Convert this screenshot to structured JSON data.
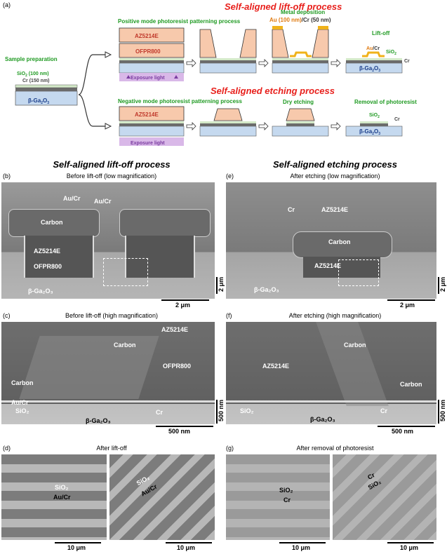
{
  "panel_a": {
    "label": "(a)",
    "lift_off_title": "Self-aligned lift-off process",
    "etching_title": "Self-aligned etching process",
    "positive_mode": "Positive mode photoresist patterning process",
    "negative_mode": "Negative mode photoresist patterning process",
    "metal_deposition": "Metal deposition",
    "metal_au": "Au (100 nm)",
    "metal_cr": "/Cr (50 nm)",
    "lift_off": "Lift-off",
    "dry_etching": "Dry etching",
    "removal": "Removal of photoresist",
    "sample_prep": "Sample preparation",
    "sio2_100": "SiO",
    "sio2_100_sub": "2",
    "sio2_100_tail": " (100 nm)",
    "cr_150": "Cr (150 nm)",
    "ga2o3": "β-Ga",
    "ga2o3_sub1": "2",
    "ga2o3_o": "O",
    "ga2o3_sub2": "3",
    "az": "AZ5214E",
    "ofpr": "OFPR800",
    "exposure": "Exposure light",
    "au": "Au",
    "slash_cr": "/Cr",
    "sio": "SiO",
    "sub2": "2",
    "cr": "Cr"
  },
  "section_titles": {
    "left": "Self-aligned lift-off process",
    "right": "Self-aligned etching process"
  },
  "panel_b": {
    "label": "(b)",
    "title": "Before lift-off (low magnification)",
    "au_cr_1": "Au/Cr",
    "au_cr_2": "Au/Cr",
    "carbon": "Carbon",
    "az": "AZ5214E",
    "ofpr": "OFPR800",
    "ga": "β-Ga₂O₃",
    "scale_v": "2 μm",
    "scale_h": "2 μm"
  },
  "panel_e": {
    "label": "(e)",
    "title": "After etching (low magnification)",
    "cr": "Cr",
    "az_top": "AZ5214E",
    "carbon": "Carbon",
    "az": "AZ5214E",
    "ga": "β-Ga₂O₃",
    "scale_v": "2 μm",
    "scale_h": "2 μm"
  },
  "panel_c": {
    "label": "(c)",
    "title": "Before lift-off (high magnification)",
    "az": "AZ5214E",
    "carbon_1": "Carbon",
    "ofpr": "OFPR800",
    "carbon_2": "Carbon",
    "au_cr": "Au/Cr",
    "sio2": "SiO₂",
    "cr": "Cr",
    "ga": "β-Ga₂O₃",
    "scale_v": "500 nm",
    "scale_h": "500 nm"
  },
  "panel_f": {
    "label": "(f)",
    "title": "After etching (high magnification)",
    "carbon_1": "Carbon",
    "az": "AZ5214E",
    "carbon_2": "Carbon",
    "sio2": "SiO₂",
    "cr": "Cr",
    "ga": "β-Ga₂O₃",
    "scale_v": "500 nm",
    "scale_h": "500 nm"
  },
  "panel_d": {
    "label": "(d)",
    "title": "After lift-off",
    "sio2": "SiO₂",
    "au_cr": "Au/Cr",
    "sio2_b": "SiO₂",
    "au_cr_b": "Au/Cr",
    "scale_1": "10 μm",
    "scale_2": "10 μm"
  },
  "panel_g": {
    "label": "(g)",
    "title": "After removal of photoresist",
    "sio2": "SiO₂",
    "cr": "Cr",
    "cr_b": "Cr",
    "sio2_b": "SiO₂",
    "scale_1": "10 μm",
    "scale_2": "10 μm"
  },
  "colors": {
    "resist": "#f7c9ac",
    "substrate": "#c5d9ef",
    "cr": "#6b6b6b",
    "sio2": "#d3e9c8",
    "au": "#f0b21a",
    "exposure": "#d9b8e8",
    "red": "#e8201c",
    "green": "#1f9a22"
  }
}
